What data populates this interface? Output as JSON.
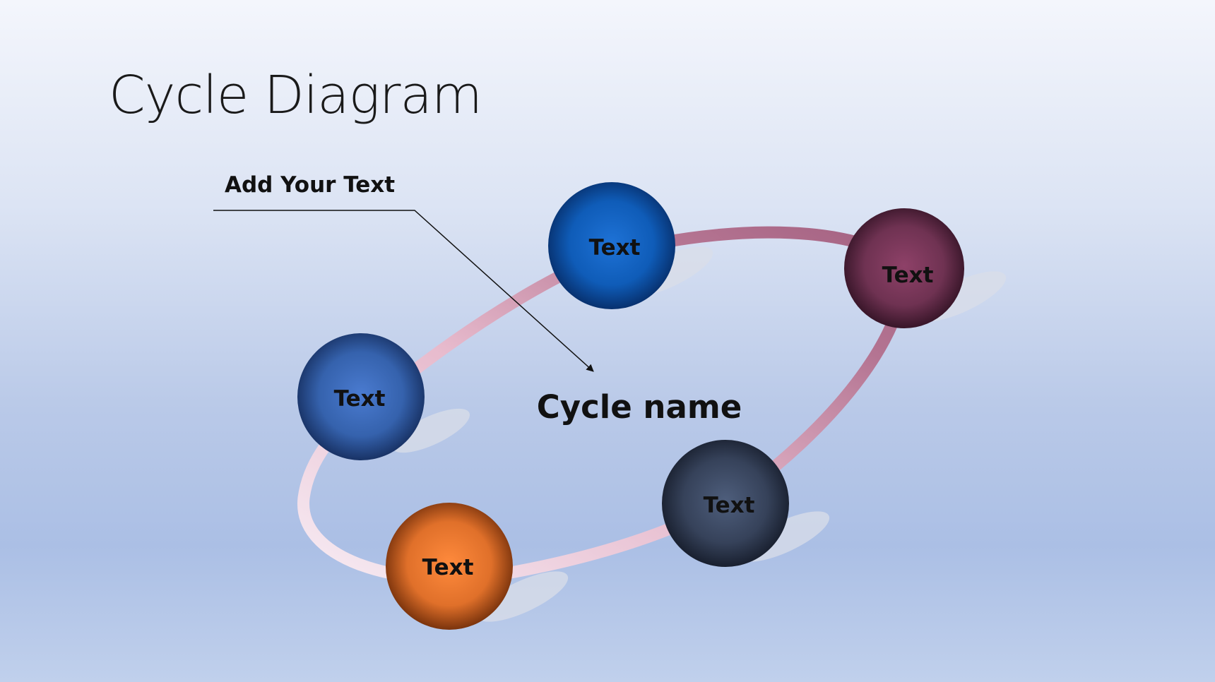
{
  "title": "Cycle Diagram",
  "callout": {
    "label": "Add Your Text"
  },
  "center": {
    "label": "Cycle name"
  },
  "nodes": [
    {
      "label": "Text",
      "color": "#1a5fb4"
    },
    {
      "label": "Text",
      "color": "#7e3b5c"
    },
    {
      "label": "Text",
      "color": "#3d4a64"
    },
    {
      "label": "Text",
      "color": "#e0722e"
    },
    {
      "label": "Text",
      "color": "#3a64b2"
    }
  ]
}
